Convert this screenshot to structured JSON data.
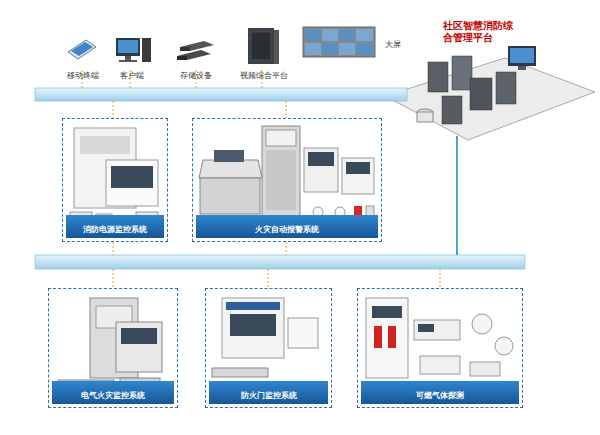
{
  "diagram": {
    "nodes": [
      {
        "text": [
          "社区智慧消防综合管理平台"
        ]
      },
      {
        "text": [
          "消防电源监控系统"
        ]
      },
      {
        "text": [
          "火灾自动报警系统"
        ]
      },
      {
        "text": [
          "电气火灾监控系统"
        ]
      },
      {
        "text": [
          "防火门监控系统"
        ]
      },
      {
        "text": [
          "可燃气体探测"
        ]
      }
    ],
    "labels": [
      "移动终端",
      "客户端",
      "存储设备",
      "视频综合平台",
      "大屏"
    ]
  }
}
